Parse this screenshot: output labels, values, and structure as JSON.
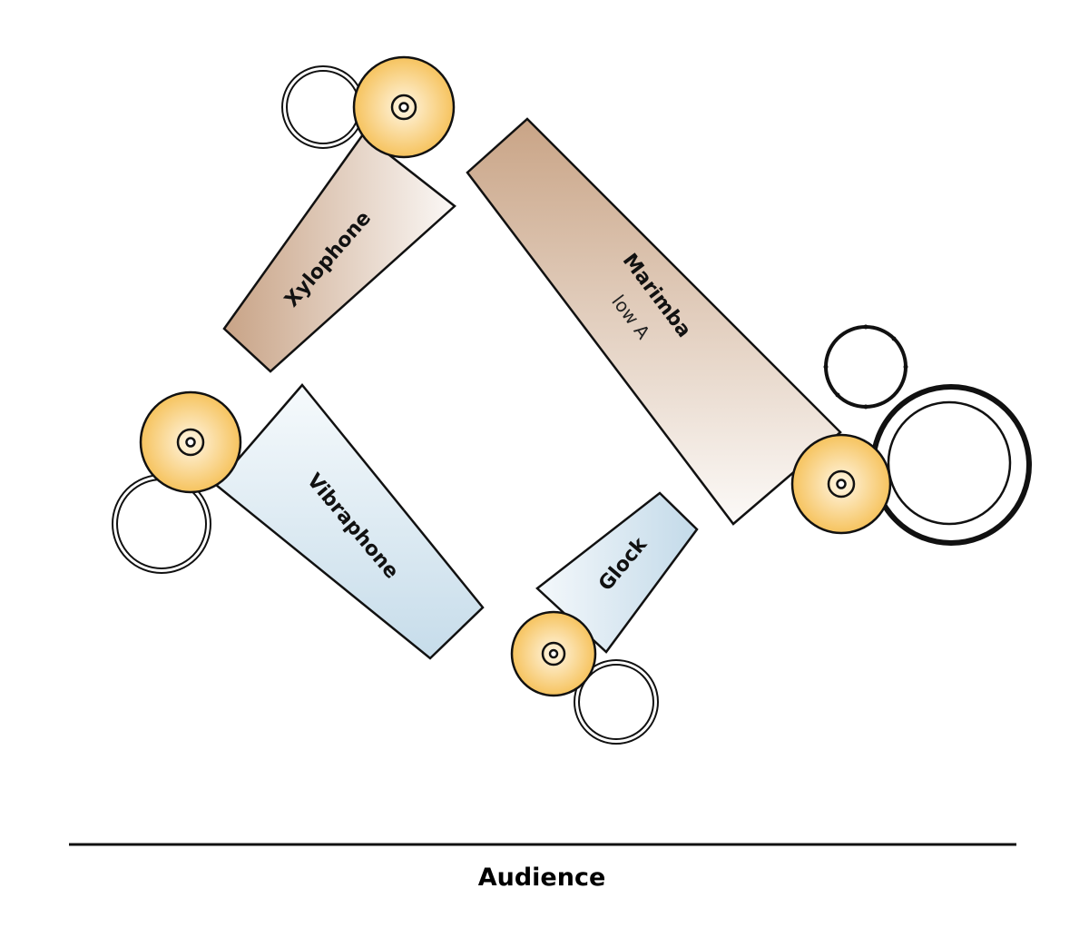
{
  "diagram": {
    "title": "Percussion keyboard setup",
    "instruments": [
      {
        "id": "xylophone",
        "label": "Xylophone",
        "sublabel": "",
        "color_dark": "#c8a386",
        "color_light": "#fbf8f6"
      },
      {
        "id": "marimba",
        "label": "Marimba",
        "sublabel": "low A",
        "color_dark": "#c9a486",
        "color_light": "#fcfaf8"
      },
      {
        "id": "vibraphone",
        "label": "Vibraphone",
        "sublabel": "",
        "color_dark": "#c6dcea",
        "color_light": "#f6fafc"
      },
      {
        "id": "glock",
        "label": "Glock",
        "sublabel": "",
        "color_dark": "#c3dae9",
        "color_light": "#f4f8fb"
      }
    ],
    "cymbal_color_center": "#fff6e3",
    "cymbal_color_edge": "#f6c35e",
    "outline_color": "#111111",
    "audience_label": "Audience"
  }
}
